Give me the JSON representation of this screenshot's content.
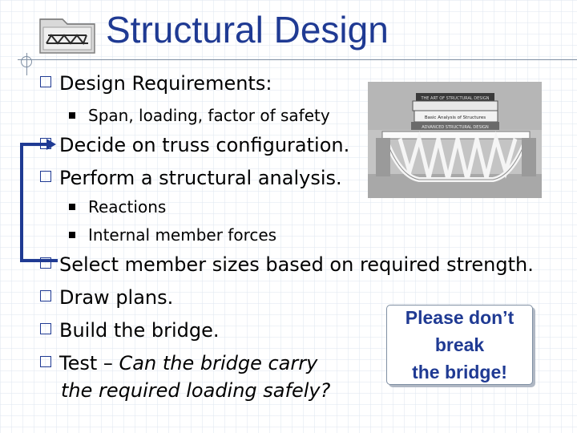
{
  "title": "Structural Design",
  "bullets": {
    "design_req": "Design Requirements:",
    "design_req_sub": "Span, loading, factor of safety",
    "decide": "Decide on truss configuration.",
    "perform": "Perform a structural analysis.",
    "reactions": "Reactions",
    "internal": "Internal member forces",
    "select": "Select member sizes based on required strength.",
    "draw": "Draw plans.",
    "build": "Build the bridge.",
    "test_prefix": "Test – ",
    "test_q1": "Can the bridge carry",
    "test_q2": "the required loading safely?"
  },
  "photo": {
    "book_titles": [
      "THE ART OF STRUCTURAL DESIGN",
      "Basic Analysis of Structures",
      "ADVANCED STRUCTURAL DESIGN"
    ]
  },
  "note": {
    "line1": "Please don’t",
    "line2": "break",
    "line3": "the bridge!"
  },
  "colors": {
    "title": "#1f3a93",
    "bullet_box": "#1f3a93",
    "bracket": "#1f3a93",
    "note_text": "#1f3a93"
  },
  "icons": [
    "bridge-folder-icon",
    "crosshair-icon",
    "loop-arrow-icon"
  ]
}
